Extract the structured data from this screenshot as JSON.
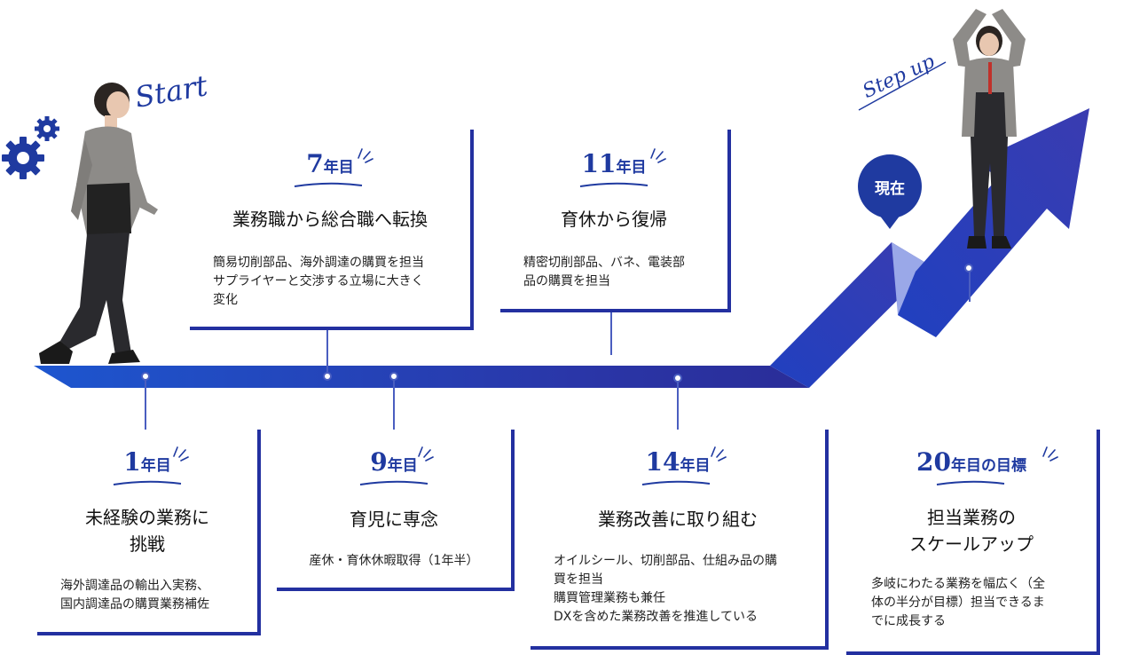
{
  "start_label": "Start",
  "stepup_label": "Step up",
  "now_label": "現在",
  "milestones": {
    "y1": {
      "num": "1",
      "suffix": "年目",
      "title": "未経験の業務に\n挑戦",
      "desc": "海外調達品の輸出入実務、\n国内調達品の購買業務補佐"
    },
    "y7": {
      "num": "7",
      "suffix": "年目",
      "title": "業務職から総合職へ転換",
      "desc": "簡易切削部品、海外調達の購買を担当\nサプライヤーと交渉する立場に大きく\n変化"
    },
    "y9": {
      "num": "9",
      "suffix": "年目",
      "title": "育児に専念",
      "desc": "産休・育休休暇取得（1年半）"
    },
    "y11": {
      "num": "11",
      "suffix": "年目",
      "title": "育休から復帰",
      "desc": "精密切削部品、バネ、電装部\n品の購買を担当"
    },
    "y14": {
      "num": "14",
      "suffix": "年目",
      "title": "業務改善に取り組む",
      "desc": "オイルシール、切削部品、仕組み品の購\n買を担当\n購買管理業務も兼任\nDXを含めた業務改善を推進している"
    },
    "y20": {
      "num": "20",
      "suffix": "年目の目標",
      "title": "担当業務の\nスケールアップ",
      "desc": "多岐にわたる業務を幅広く（全\n体の半分が目標）担当できるま\nでに成長する"
    }
  },
  "colors": {
    "accent": "#1f3aa0",
    "path_start": "#1e4fc8",
    "path_end": "#2a2f9a",
    "pale": "#9aa8e8"
  }
}
